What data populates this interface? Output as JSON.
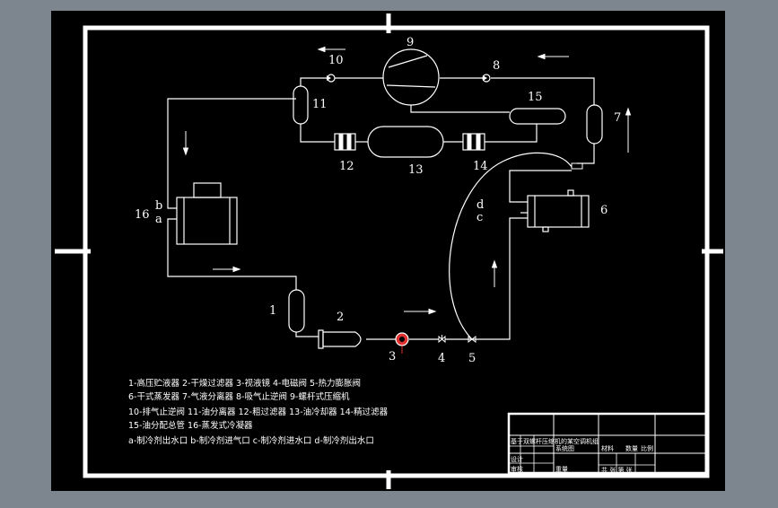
{
  "colors": {
    "viewport_bg": "#7d858e",
    "sheet_bg": "#000000",
    "line": "#ffffff",
    "pump_accent": "#ff2a2a"
  },
  "components": {
    "n1": "1",
    "n2": "2",
    "n3": "3",
    "n4": "4",
    "n5": "5",
    "n6": "6",
    "n7": "7",
    "n8": "8",
    "n9": "9",
    "n10": "10",
    "n11": "11",
    "n12": "12",
    "n13": "13",
    "n14": "14",
    "n15": "15",
    "n16": "16"
  },
  "ports": {
    "a": "a",
    "b": "b",
    "c": "c",
    "d": "d"
  },
  "legend": [
    "1-高压贮液器 2-干燥过滤器 3-视液镜 4-电磁阀 5-热力膨胀阀",
    "6-干式蒸发器 7-气液分离器 8-吸气止逆阀 9-螺杆式压缩机",
    "10-排气止逆阀 11-油分离器 12-粗过滤器 13-油冷却器 14-精过滤器",
    "15-油分配总管 16-蒸发式冷凝器",
    "a-制冷剂出水口  b-制冷剂进气口  c-制冷剂进水口  d-制冷剂出水口"
  ],
  "title_block": {
    "row1": "基于双螺杆压缩机的某空调机组",
    "row2": "系统图",
    "scale_label": "比例",
    "qty_label": "数量",
    "material_label": "材料",
    "weight_label": "重量",
    "designer": "设计",
    "checker": "审核",
    "footer": "共  张  第  张"
  }
}
